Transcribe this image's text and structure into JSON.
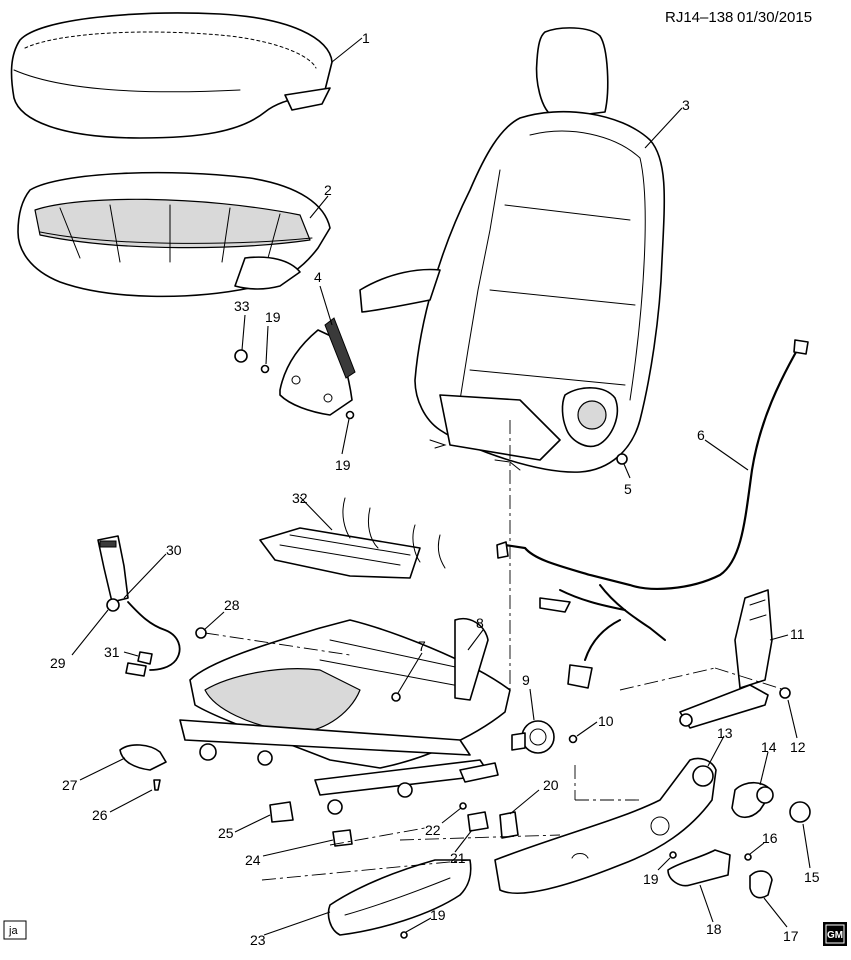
{
  "header": {
    "code": "RJ14–138",
    "date": "01/30/2015"
  },
  "footer": {
    "tag": "ja",
    "logo": "GM"
  },
  "callouts": {
    "c1": "1",
    "c2": "2",
    "c3": "3",
    "c4": "4",
    "c5": "5",
    "c6": "6",
    "c7": "7",
    "c8": "8",
    "c9": "9",
    "c10": "10",
    "c11": "11",
    "c12": "12",
    "c13": "13",
    "c14": "14",
    "c15": "15",
    "c16": "16",
    "c17": "17",
    "c18": "18",
    "c19a": "19",
    "c19b": "19",
    "c19c": "19",
    "c19d": "19",
    "c20": "20",
    "c21": "21",
    "c22": "22",
    "c23": "23",
    "c24": "24",
    "c25": "25",
    "c26": "26",
    "c27": "27",
    "c28": "28",
    "c29": "29",
    "c30": "30",
    "c31": "31",
    "c32": "32",
    "c33": "33"
  }
}
